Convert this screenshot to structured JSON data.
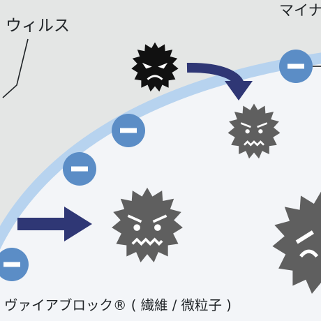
{
  "labels": {
    "virus": "ウィルス",
    "top_right": "マイナ",
    "bottom": "ヴァイアブロック® ( 繊維 / 微粒子 )"
  },
  "colors": {
    "background_outside": "#e4e6e5",
    "background_inside": "#f3f5f8",
    "membrane_band": "#b7d3ef",
    "minus_circle": "#5b8dc6",
    "arrow": "#2f3775",
    "virus_active": "#111111",
    "virus_weak": "#5f5f5f"
  }
}
